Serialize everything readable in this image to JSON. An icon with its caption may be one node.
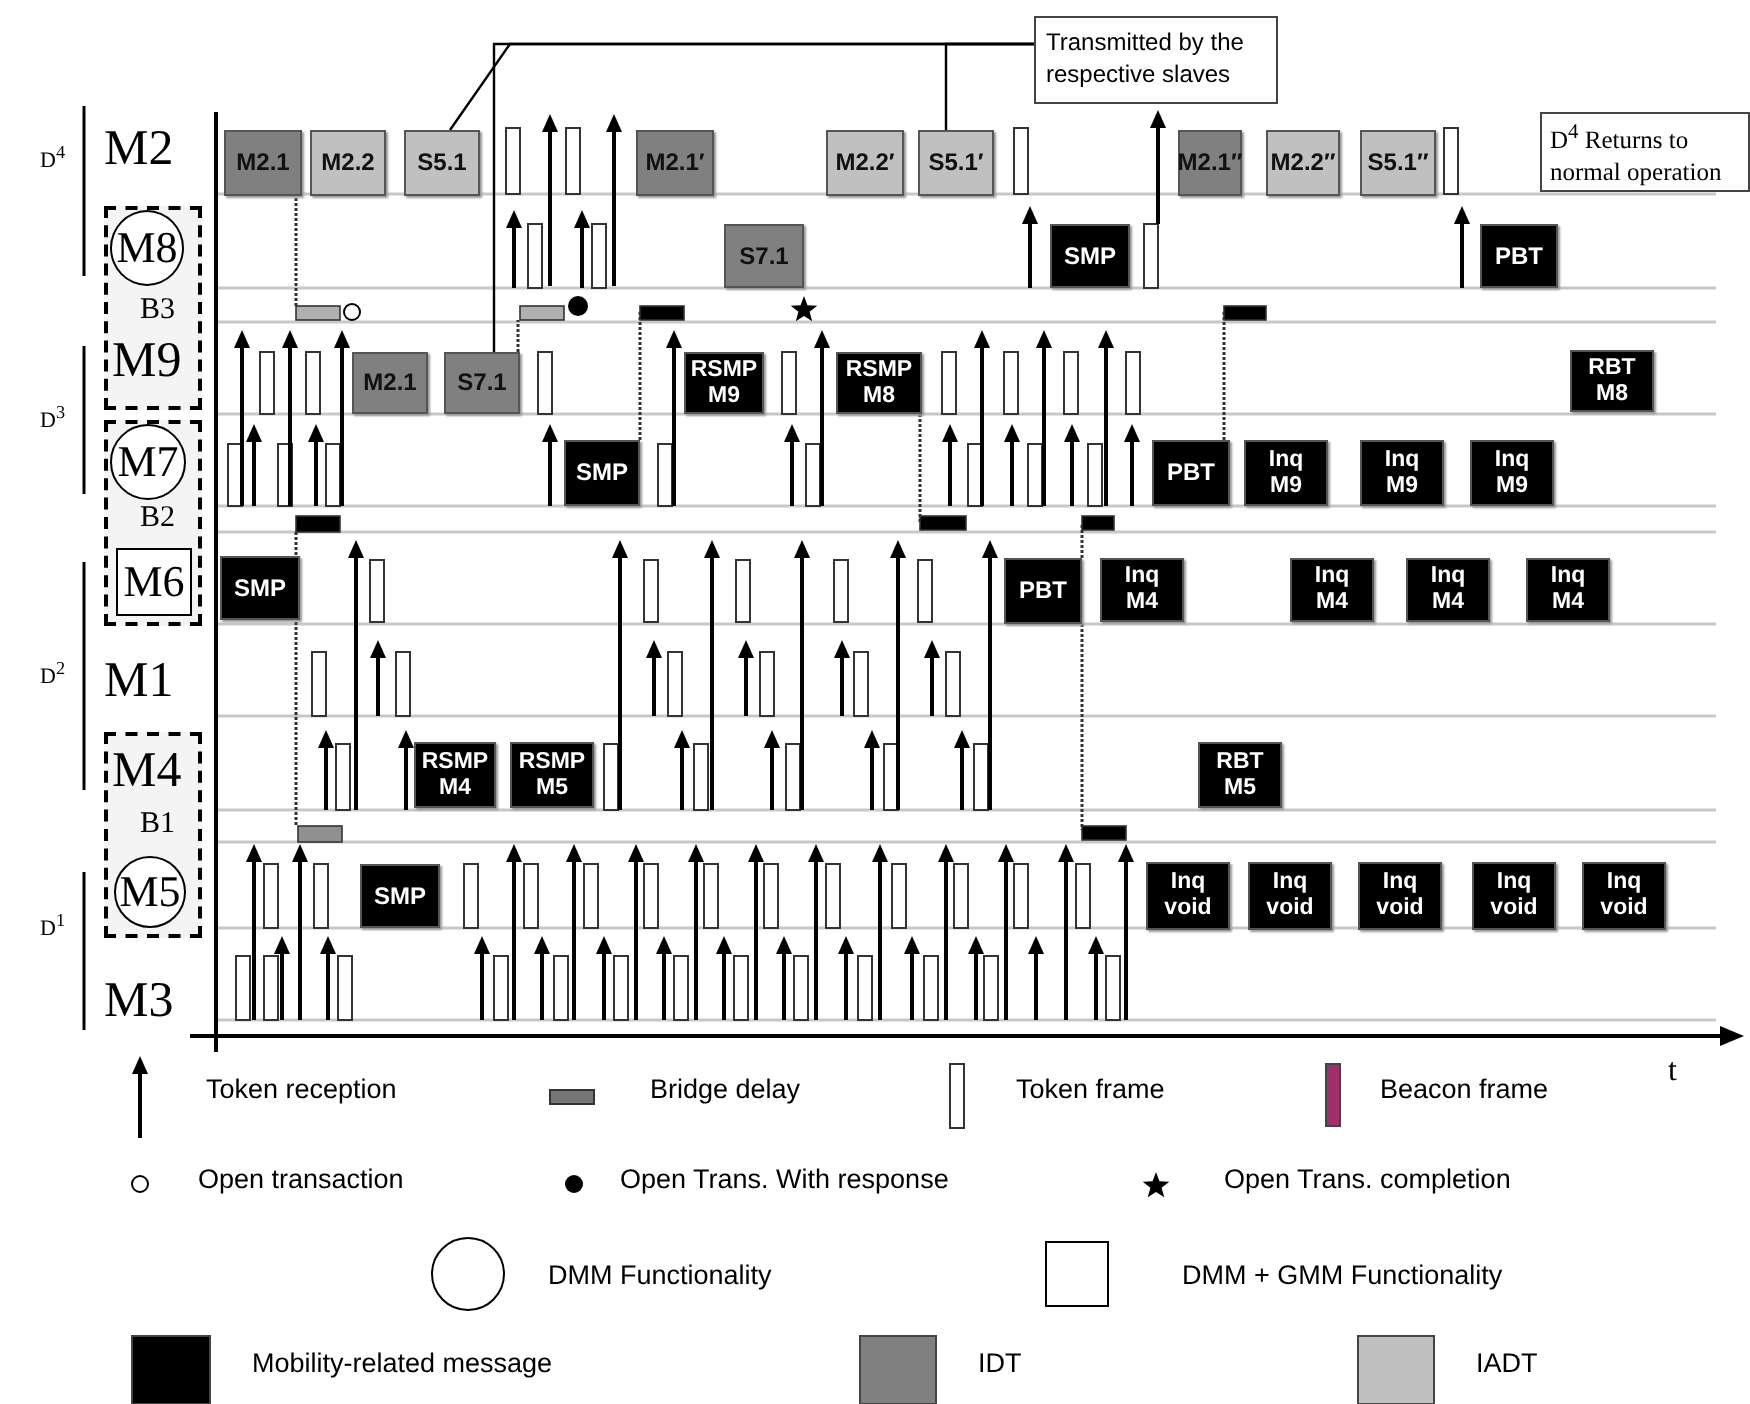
{
  "diagram": {
    "nodes": [
      {
        "text": [
          "Transmitted by the respective slaves"
        ]
      },
      {
        "text": [
          "M2.1"
        ]
      },
      {
        "text": [
          "M2.2"
        ]
      },
      {
        "text": [
          "S5.1"
        ]
      },
      {
        "text": [
          "M2.1′"
        ]
      },
      {
        "text": [
          "M2.2′"
        ]
      },
      {
        "text": [
          "S5.1′"
        ]
      },
      {
        "text": [
          "M2.1″"
        ]
      },
      {
        "text": [
          "M2.2″"
        ]
      },
      {
        "text": [
          "S5.1″"
        ]
      },
      {
        "text": [
          "D$^{4}$ Returns to normal operation"
        ]
      },
      {
        "text": [
          "B3",
          "M9"
        ]
      },
      {
        "text": [
          "M8"
        ],
        "in": 11
      },
      {
        "text": [
          "S7.1"
        ]
      },
      {
        "text": [
          "SMP"
        ]
      },
      {
        "text": [
          "PBT"
        ]
      },
      {
        "text": [
          "M2.1"
        ]
      },
      {
        "text": [
          "S7.1"
        ]
      },
      {
        "text": [
          "RSMP M9"
        ]
      },
      {
        "text": [
          "RSMP M8"
        ]
      },
      {
        "text": [
          "RBT M8"
        ]
      },
      {
        "text": [
          "B2"
        ]
      },
      {
        "text": [
          "M7"
        ],
        "in": 21
      },
      {
        "text": [
          "M6"
        ],
        "in": 21
      },
      {
        "text": [
          "SMP"
        ]
      },
      {
        "text": [
          "PBT"
        ]
      },
      {
        "text": [
          "Inq M9"
        ]
      },
      {
        "text": [
          "Inq M9"
        ]
      },
      {
        "text": [
          "Inq M9"
        ]
      },
      {
        "text": [
          "SMP"
        ]
      },
      {
        "text": [
          "PBT"
        ]
      },
      {
        "text": [
          "Inq M4"
        ]
      },
      {
        "text": [
          "Inq M4"
        ]
      },
      {
        "text": [
          "Inq M4"
        ]
      },
      {
        "text": [
          "Inq M4"
        ]
      },
      {
        "text": [
          "M4",
          "B1"
        ]
      },
      {
        "text": [
          "M5"
        ],
        "in": 35
      },
      {
        "text": [
          "RSMP M4"
        ]
      },
      {
        "text": [
          "RSMP M5"
        ]
      },
      {
        "text": [
          "RBT M5"
        ]
      },
      {
        "text": [
          "SMP"
        ]
      },
      {
        "text": [
          "Inq void"
        ]
      },
      {
        "text": [
          "Inq void"
        ]
      },
      {
        "text": [
          "Inq void"
        ]
      },
      {
        "text": [
          "Inq void"
        ]
      },
      {
        "text": [
          "Inq void"
        ]
      }
    ],
    "edges": [
      {
        "from": 0,
        "to": 3,
        "arrow": "none"
      },
      {
        "from": 0,
        "to": 17,
        "arrow": "none"
      },
      {
        "from": 0,
        "to": 6,
        "arrow": "none"
      }
    ],
    "labels": [
      "D$^{4}$",
      "M2",
      "D$^{3}$",
      "D$^{2}$",
      "M1",
      "D$^{1}$",
      "M3",
      "t"
    ],
    "legend": [
      {
        "text": "Token reception"
      },
      {
        "text": "Bridge delay"
      },
      {
        "text": "Token frame"
      },
      {
        "text": "Beacon frame",
        "color": "#a0306a"
      },
      {
        "text": "Open transaction"
      },
      {
        "text": "Open Trans. With response"
      },
      {
        "text": "Open Trans. completion"
      },
      {
        "text": "DMM Functionality"
      },
      {
        "text": "DMM + GMM Functionality"
      },
      {
        "text": "Mobility-related message",
        "color": "#000000"
      },
      {
        "text": "IDT",
        "color": "#808080"
      },
      {
        "text": "IADT",
        "color": "#c0c0c0"
      }
    ]
  }
}
